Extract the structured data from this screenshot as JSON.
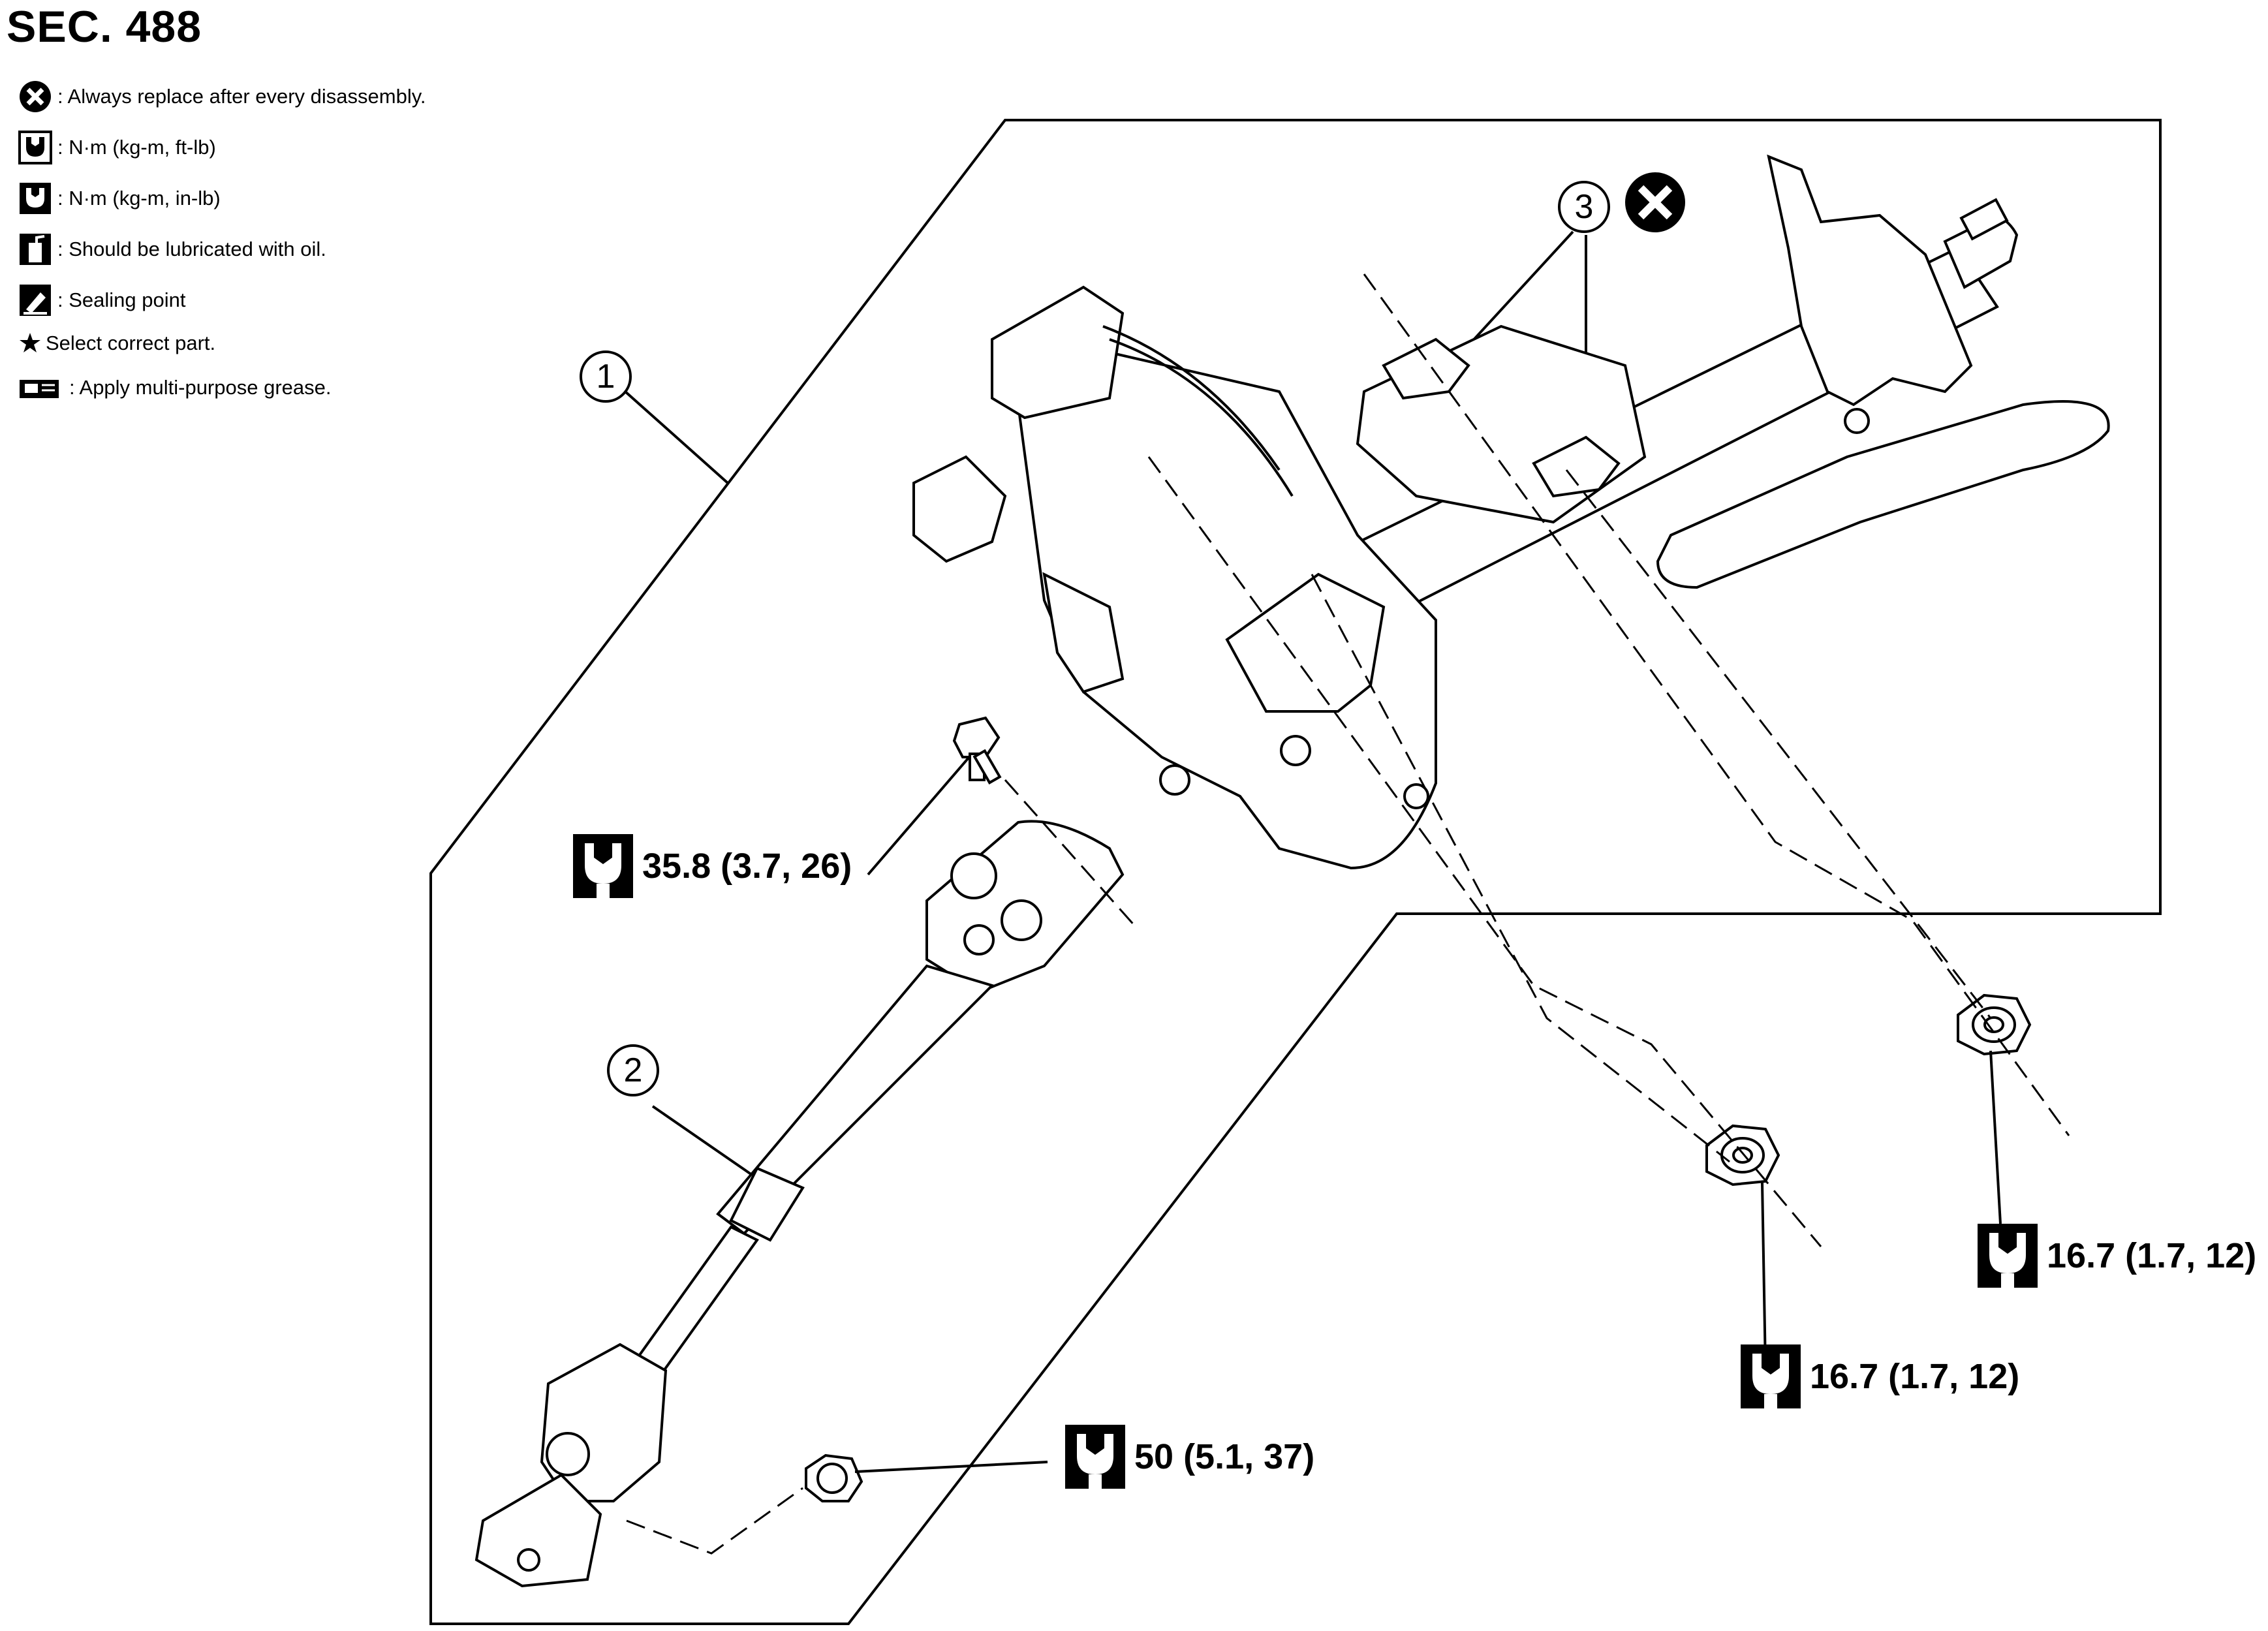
{
  "section": "SEC. 488",
  "legend": [
    {
      "icon": "replace-x-icon",
      "text": ": Always replace after every disassembly."
    },
    {
      "icon": "torque-ftlb-icon",
      "text": ": N·m (kg-m, ft-lb)"
    },
    {
      "icon": "torque-inlb-icon",
      "text": ": N·m (kg-m, in-lb)"
    },
    {
      "icon": "oil-can-icon",
      "text": ": Should be lubricated with oil."
    },
    {
      "icon": "sealing-point-icon",
      "text": ": Sealing point"
    },
    {
      "icon": "star-icon",
      "text": "Select correct part."
    },
    {
      "icon": "grease-icon",
      "text": ": Apply multi-purpose grease."
    }
  ],
  "balloons": {
    "b1": "1",
    "b2": "2",
    "b3": "3"
  },
  "torques": {
    "t1": "35.8 (3.7, 26)",
    "t2": "50 (5.1, 37)",
    "t3": "16.7 (1.7, 12)",
    "t4": "16.7 (1.7, 12)"
  }
}
